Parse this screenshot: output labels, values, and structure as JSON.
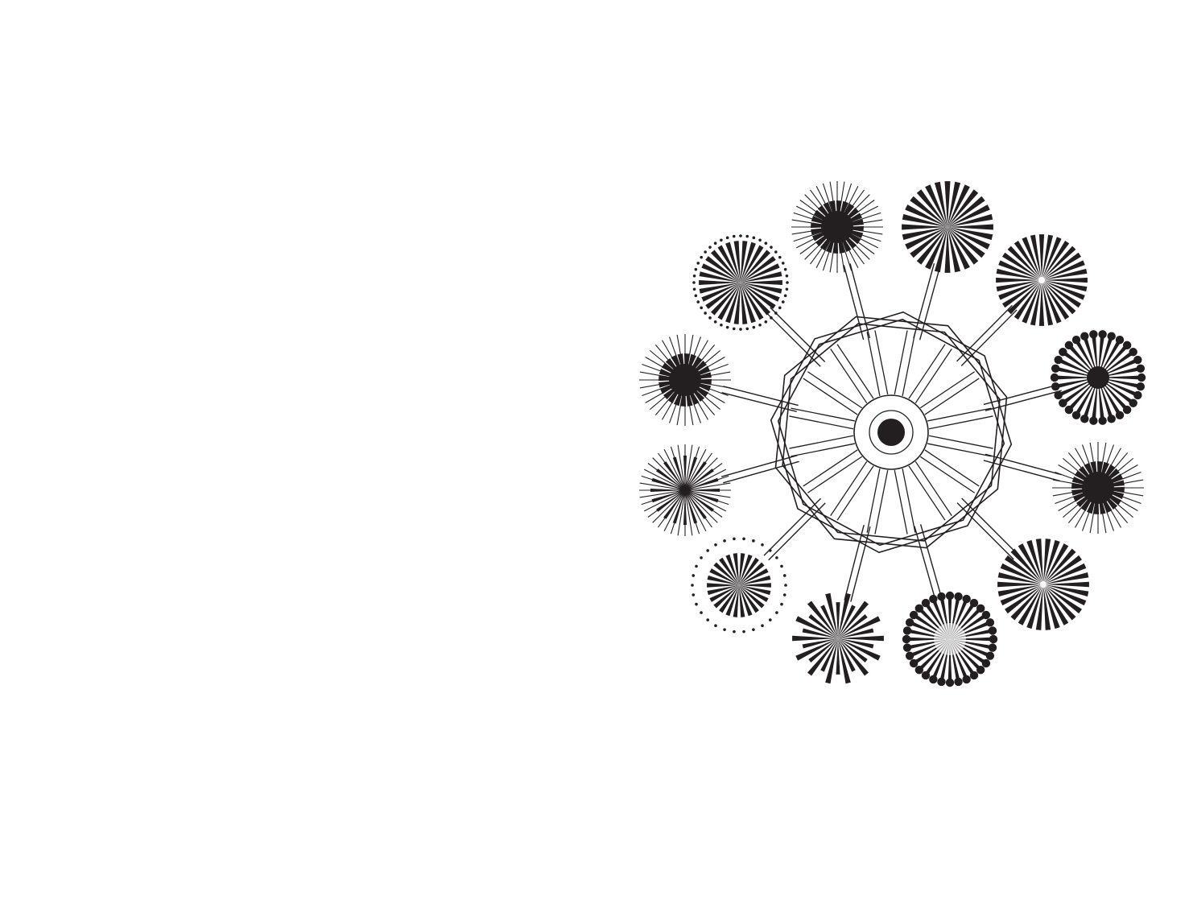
{
  "artwork": {
    "subject": "mandala-ornament",
    "colors": {
      "ink": "#231f20",
      "paper": "#ffffff"
    },
    "center": {
      "octagon_count": 2,
      "spoke_count": 16,
      "rings": 3
    },
    "bursts": [
      {
        "name": "burst-top-left-dotted",
        "style": "dotted-ring",
        "rays": 30
      },
      {
        "name": "burst-top-fine",
        "style": "fine-core",
        "rays": 40
      },
      {
        "name": "burst-top-right-wedges",
        "style": "wedges",
        "rays": 28
      },
      {
        "name": "burst-right-upper-spiral",
        "style": "spiral-wedges",
        "rays": 32
      },
      {
        "name": "burst-right-dots",
        "style": "dot-tipped",
        "rays": 30
      },
      {
        "name": "burst-right-lower-fine",
        "style": "fine-core",
        "rays": 36
      },
      {
        "name": "burst-bottom-right-spiral",
        "style": "spiral-wedges",
        "rays": 30
      },
      {
        "name": "burst-bottom-dots",
        "style": "dot-tipped-inner-fine",
        "rays": 32
      },
      {
        "name": "burst-bottom-left-star",
        "style": "spikes",
        "rays": 28
      },
      {
        "name": "burst-left-lower-dotted",
        "style": "dotted-ring-small",
        "rays": 26
      },
      {
        "name": "burst-left-mixed",
        "style": "mixed-spikes",
        "rays": 40
      },
      {
        "name": "burst-left-upper-fine",
        "style": "fine-core",
        "rays": 36
      }
    ]
  }
}
